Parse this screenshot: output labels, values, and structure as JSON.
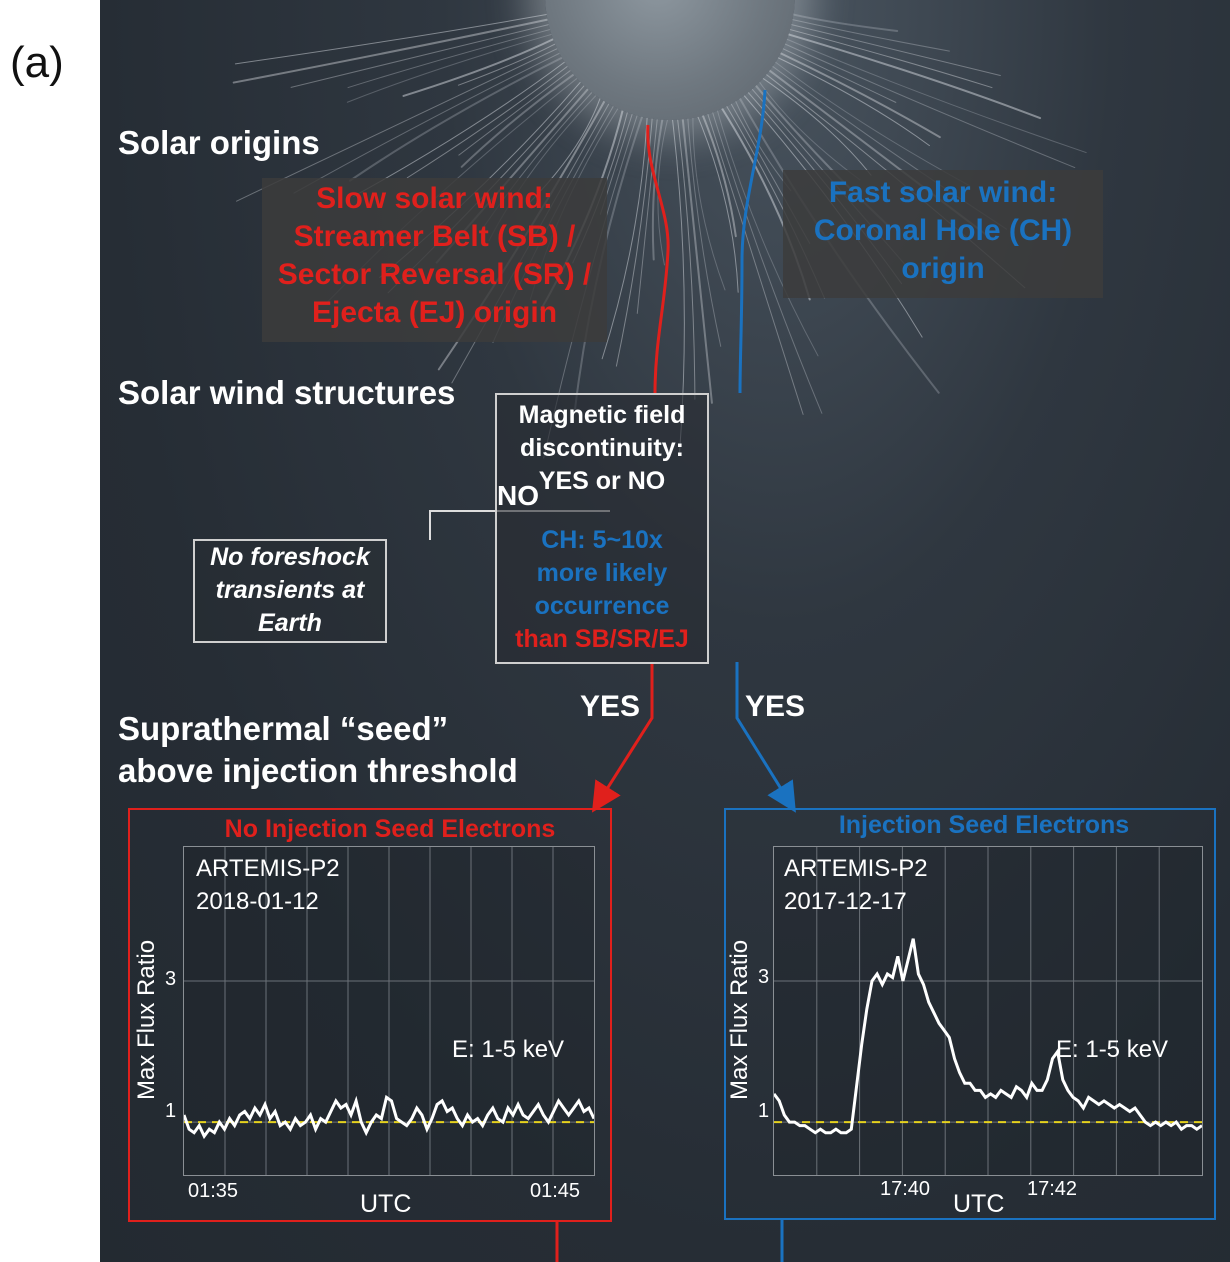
{
  "panel_label": "(a)",
  "sections": {
    "solar_origins": "Solar origins",
    "solar_wind_structures": "Solar wind structures",
    "seed_line1": "Suprathermal “seed”",
    "seed_line2": "above injection threshold"
  },
  "slow_wind": {
    "line1": "Slow solar wind:",
    "line2": "Streamer Belt (SB) /",
    "line3": "Sector Reversal (SR) /",
    "line4": "Ejecta (EJ) origin"
  },
  "fast_wind": {
    "line1": "Fast solar wind:",
    "line2": "Coronal Hole (CH)",
    "line3": "origin"
  },
  "question": {
    "line1": "Magnetic field",
    "line2": "discontinuity:",
    "line3": "YES or NO",
    "stat_line1": "CH: 5~10x",
    "stat_line2": "more likely",
    "stat_line3": "occurrence",
    "stat_line4": "than SB/SR/EJ"
  },
  "no_branch": {
    "label": "NO",
    "line1": "No foreshock",
    "line2": "transients at",
    "line3": "Earth"
  },
  "yes_left": "YES",
  "yes_right": "YES",
  "colors": {
    "slow": "#e0201c",
    "fast": "#1a72c0",
    "threshold": "#e6d21e"
  },
  "chart_data": [
    {
      "type": "line",
      "title": "No Injection Seed Electrons",
      "spacecraft": "ARTEMIS-P2",
      "date": "2018-01-12",
      "energy": "E: 1-5 keV",
      "xlabel": "UTC",
      "ylabel": "Max Flux Ratio",
      "x_ticks": [
        "01:35",
        "01:45"
      ],
      "y_ticks": [
        1,
        3
      ],
      "ylim": [
        0.25,
        4.9
      ],
      "threshold": 1,
      "grid": true,
      "values": [
        1.1,
        0.9,
        0.85,
        0.95,
        0.8,
        0.9,
        0.85,
        1.0,
        0.9,
        1.05,
        0.95,
        1.1,
        1.15,
        1.05,
        1.2,
        1.1,
        1.25,
        1.05,
        1.15,
        0.95,
        1.0,
        0.9,
        1.05,
        0.95,
        1.0,
        1.1,
        0.9,
        1.05,
        1.0,
        1.15,
        1.3,
        1.2,
        1.25,
        1.1,
        1.3,
        1.0,
        0.85,
        1.0,
        1.1,
        1.05,
        1.35,
        1.3,
        1.05,
        1.0,
        0.95,
        1.05,
        1.2,
        1.1,
        0.9,
        1.05,
        1.25,
        1.3,
        1.15,
        1.2,
        1.05,
        0.95,
        1.1,
        1.0,
        1.05,
        0.95,
        1.1,
        1.2,
        1.05,
        1.0,
        1.2,
        1.1,
        1.25,
        1.1,
        1.05,
        1.15,
        1.25,
        1.1,
        1.0,
        1.15,
        1.3,
        1.2,
        1.1,
        1.2,
        1.3,
        1.15,
        1.2,
        1.05
      ]
    },
    {
      "type": "line",
      "title": "Injection Seed Electrons",
      "spacecraft": "ARTEMIS-P2",
      "date": "2017-12-17",
      "energy": "E: 1-5 keV",
      "xlabel": "UTC",
      "ylabel": "Max Flux Ratio",
      "x_ticks": [
        "17:40",
        "17:42"
      ],
      "y_ticks": [
        1,
        3
      ],
      "ylim": [
        0.25,
        4.9
      ],
      "threshold": 1,
      "grid": true,
      "values": [
        1.4,
        1.3,
        1.1,
        1.0,
        1.0,
        0.95,
        0.95,
        0.9,
        0.85,
        0.9,
        0.85,
        0.85,
        0.9,
        0.85,
        0.85,
        0.9,
        1.5,
        2.1,
        2.6,
        3.0,
        3.1,
        2.95,
        3.1,
        3.05,
        3.35,
        3.0,
        3.3,
        3.6,
        3.1,
        2.95,
        2.7,
        2.55,
        2.4,
        2.3,
        2.2,
        1.9,
        1.7,
        1.55,
        1.55,
        1.45,
        1.45,
        1.35,
        1.4,
        1.35,
        1.45,
        1.4,
        1.35,
        1.5,
        1.45,
        1.35,
        1.55,
        1.45,
        1.45,
        1.6,
        1.9,
        2.0,
        1.6,
        1.45,
        1.35,
        1.3,
        1.2,
        1.35,
        1.3,
        1.25,
        1.3,
        1.25,
        1.2,
        1.25,
        1.2,
        1.15,
        1.2,
        1.1,
        1.0,
        0.95,
        1.0,
        0.95,
        1.0,
        0.95,
        1.0,
        0.9,
        0.95,
        0.95,
        0.9,
        0.95
      ]
    }
  ]
}
